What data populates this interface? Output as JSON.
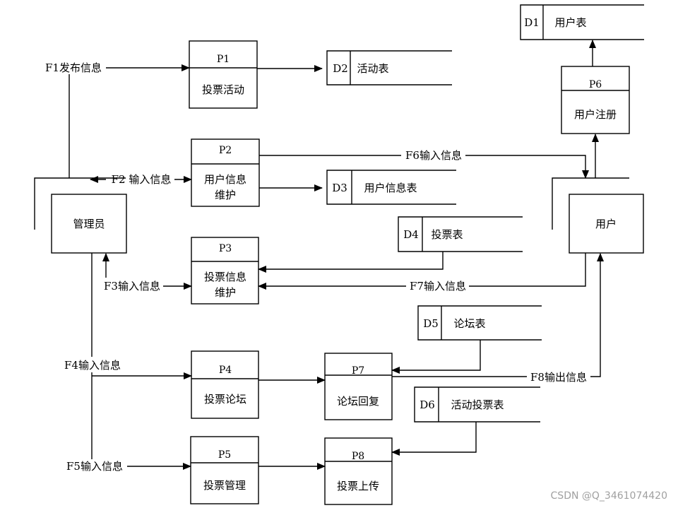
{
  "diagram": {
    "entities": {
      "admin": "管理员",
      "user": "用户"
    },
    "processes": [
      {
        "id": "P1",
        "lines": [
          "投票活动"
        ]
      },
      {
        "id": "P2",
        "lines": [
          "用户信息",
          "维护"
        ]
      },
      {
        "id": "P3",
        "lines": [
          "投票信息",
          "维护"
        ]
      },
      {
        "id": "P4",
        "lines": [
          "投票论坛"
        ]
      },
      {
        "id": "P5",
        "lines": [
          "投票管理"
        ]
      },
      {
        "id": "P6",
        "lines": [
          "用户注册"
        ]
      },
      {
        "id": "P7",
        "lines": [
          "论坛回复"
        ]
      },
      {
        "id": "P8",
        "lines": [
          "投票上传"
        ]
      }
    ],
    "stores": [
      {
        "id": "D1",
        "name": "用户表"
      },
      {
        "id": "D2",
        "name": "活动表"
      },
      {
        "id": "D3",
        "name": "用户信息表"
      },
      {
        "id": "D4",
        "name": "投票表"
      },
      {
        "id": "D5",
        "name": "论坛表"
      },
      {
        "id": "D6",
        "name": "活动投票表"
      }
    ],
    "flows": {
      "f1": "F1发布信息",
      "f2": "F2 输入信息",
      "f3": "F3输入信息",
      "f4": "F4输入信息",
      "f5": "F5输入信息",
      "f6": "F6输入信息",
      "f7": "F7输入信息",
      "f8": "F8输出信息"
    }
  },
  "watermark": "CSDN @Q_3461074420"
}
